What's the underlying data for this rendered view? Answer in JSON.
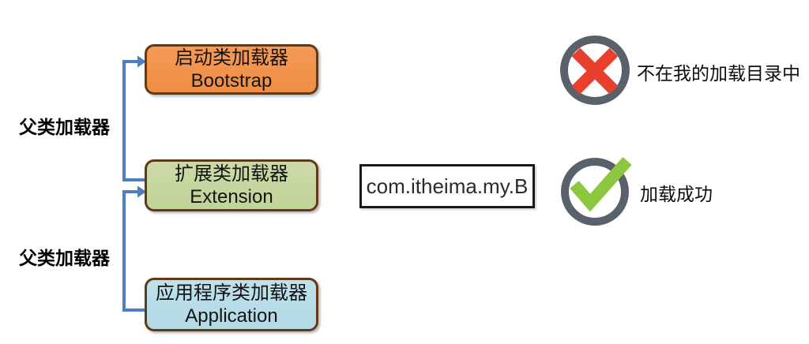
{
  "boxes": {
    "bootstrap": {
      "title": "启动类加载器",
      "subtitle": "Bootstrap"
    },
    "extension": {
      "title": "扩展类加载器",
      "subtitle": "Extension"
    },
    "application": {
      "title": "应用程序类加载器",
      "subtitle": "Application"
    }
  },
  "labels": {
    "parent_1": "父类加载器",
    "parent_2": "父类加载器"
  },
  "class_box": {
    "text": "com.itheima.my.B"
  },
  "statuses": {
    "fail": {
      "icon": "cross-circle-icon",
      "text": "不在我的加载目录中"
    },
    "success": {
      "icon": "check-circle-icon",
      "text": "加载成功"
    }
  },
  "colors": {
    "bootstrap_fill": "#F0924D",
    "extension_fill": "#C6D6A0",
    "application_fill": "#B8DDE9",
    "box_border": "#613914",
    "connector_blue": "#4D7EBF",
    "icon_ring_gray": "#59626A",
    "cross_red": "#E8402C",
    "check_green": "#8DC63F"
  }
}
